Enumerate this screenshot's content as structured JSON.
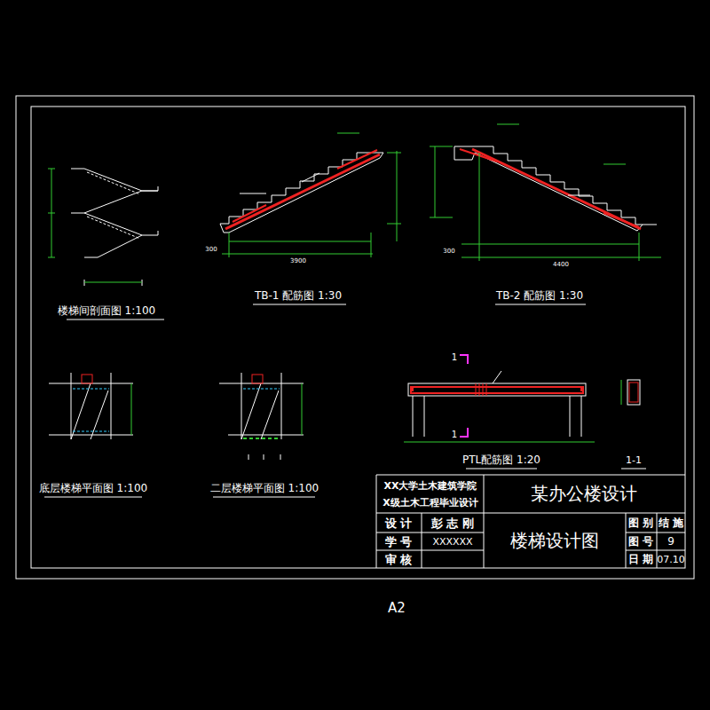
{
  "diagram": {
    "labels": [
      "楼梯间剖面图 1:100",
      "TB-1 配筋图 1:30",
      "TB-2 配筋图 1:30",
      "底层楼梯平面图 1:100",
      "二层楼梯平面图 1:100",
      "PTL配筋图 1:20",
      "1-1",
      "1",
      "1",
      "XX大学土木建筑学院",
      "X级土木工程毕业设计",
      "设 计",
      "彭 志 刚",
      "学 号",
      "XXXXXX",
      "审 核",
      "某办公楼设计",
      "楼梯设计图",
      "图 别",
      "结 施",
      "图 号",
      "9",
      "日 期",
      "07.10",
      "A2",
      "3900",
      "4400",
      "300",
      "300"
    ]
  }
}
